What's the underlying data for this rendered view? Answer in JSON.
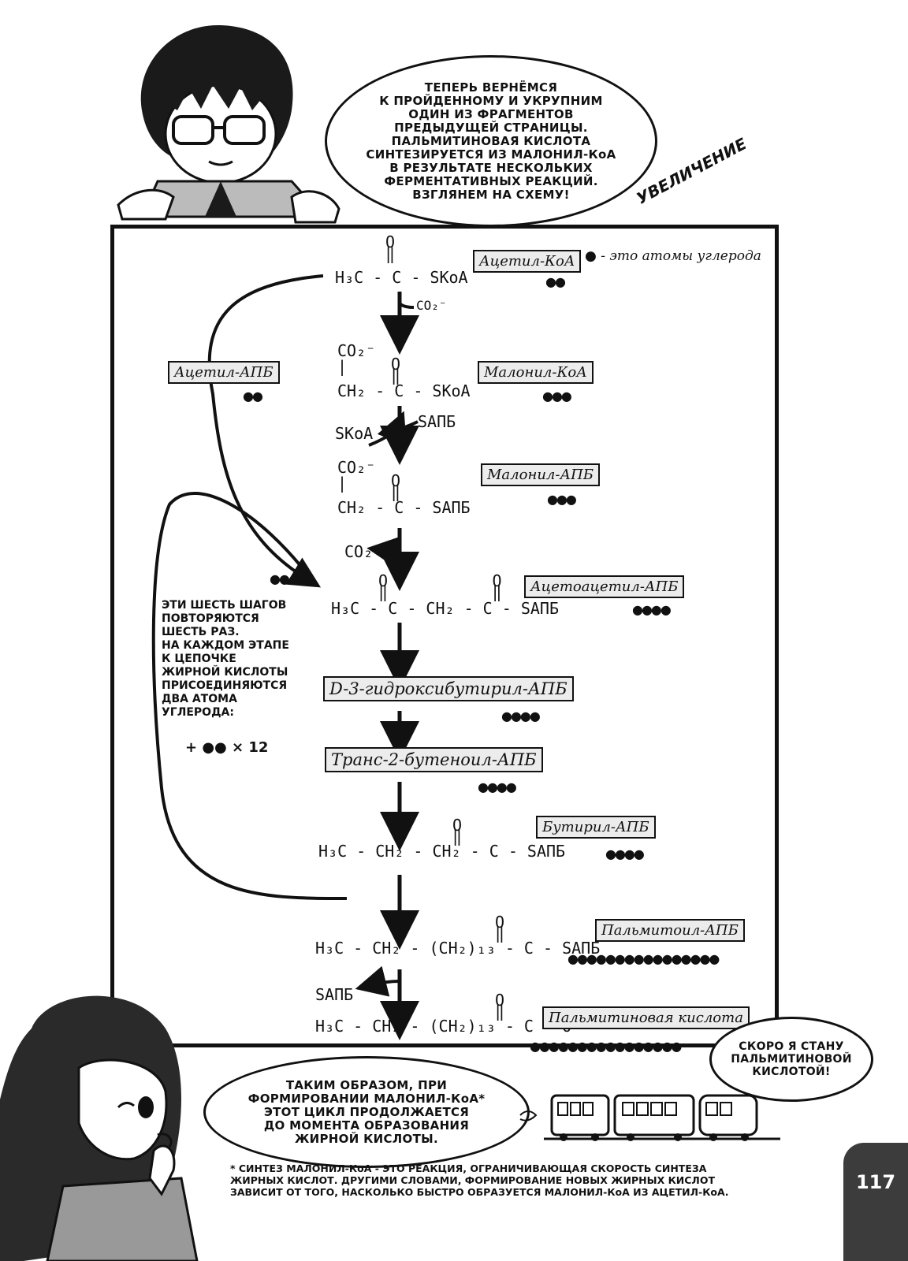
{
  "speech_top": "ТЕПЕРЬ ВЕРНЁМСЯ\nК ПРОЙДЕННОМУ И УКРУПНИМ\nОДИН ИЗ ФРАГМЕНТОВ\nПРЕДЫДУЩЕЙ СТРАНИЦЫ.\nПАЛЬМИТИНОВАЯ КИСЛОТА\nСИНТЕЗИРУЕТСЯ ИЗ МАЛОНИЛ-КоА\nВ РЕЗУЛЬТАТЕ НЕСКОЛЬКИХ\nФЕРМЕНТАТИВНЫХ РЕАКЦИЙ.\nВЗГЛЯНЕМ НА СХЕМУ!",
  "zoom_text": "УВЕЛИЧЕНИЕ",
  "legend": "● - это атомы углерода",
  "formulas": {
    "f1_o": "O\n‖",
    "f1": "H₃C - C - SKoA",
    "co2_minus_1": "CO₂⁻",
    "f2_top": "CO₂⁻\n|",
    "f2_o": "O\n‖",
    "f2": "CH₂ - C - SKoA",
    "skoa": "SKoA",
    "sapb_in": "SАПБ",
    "f3_top": "CO₂⁻\n|",
    "f3_o": "O\n‖",
    "f3": "CH₂ - C - SАПБ",
    "co2_out": "CO₂",
    "f4_o": "O           O\n‖           ‖",
    "f4": "H₃C - C - CH₂ - C - SАПБ",
    "f5_o": "O\n‖",
    "f5": "H₃C - CH₂ - CH₂ - C - SАПБ",
    "f6_o": "O\n‖",
    "f6": "H₃C - CH₂ - (CH₂)₁₃ - C - SАПБ",
    "sapb_out": "SАПБ",
    "f7_o": "O\n‖",
    "f7": "H₃C - CH₂ - (CH₂)₁₃ - C - O⁻"
  },
  "labels": {
    "acetyl_coa": "Ацетил-КоА",
    "acetyl_apb": "Ацетил-АПБ",
    "malonyl_coa": "Малонил-КоА",
    "malonyl_apb": "Малонил-АПБ",
    "acetoacetyl_apb": "Ацетоацетил-АПБ",
    "hydroxybutyryl_apb": "D-3-гидроксибутирил-АПБ",
    "butenoyl_apb": "Транс-2-бутеноил-АПБ",
    "butyryl_apb": "Бутирил-АПБ",
    "palmitoyl_apb": "Пальмитоил-АПБ",
    "palmitic_acid": "Пальмитиновая кислота"
  },
  "dots": {
    "d2": "●●",
    "d3": "●●●",
    "d4": "●●●●",
    "d16": "●●●●●●●●●●●●●●●●"
  },
  "cycle_note": "ЭТИ ШЕСТЬ ШАГОВ\nПОВТОРЯЮТСЯ\nШЕСТЬ РАЗ.\nНА КАЖДОМ ЭТАПЕ\nК ЦЕПОЧКЕ\nЖИРНОЙ КИСЛОТЫ\nПРИСОЕДИНЯЮТСЯ\nДВА АТОМА\nУГЛЕРОДА:",
  "cycle_formula": "+ ●● × 12",
  "speech_bottom": "ТАКИМ ОБРАЗОМ, ПРИ\nФОРМИРОВАНИИ МАЛОНИЛ-КоА*\nЭТОТ ЦИКЛ ПРОДОЛЖАЕТСЯ\nДО МОМЕНТА ОБРАЗОВАНИЯ\nЖИРНОЙ КИСЛОТЫ.",
  "speech_train": "СКОРО Я СТАНУ\nПАЛЬМИТИНОВОЙ\nКИСЛОТОЙ!",
  "footnote": "* СИНТЕЗ МАЛОНИЛ-КоА - ЭТО РЕАКЦИЯ, ОГРАНИЧИВАЮЩАЯ СКОРОСТЬ СИНТЕЗА\nЖИРНЫХ КИСЛОТ. ДРУГИМИ СЛОВАМИ, ФОРМИРОВАНИЕ НОВЫХ ЖИРНЫХ КИСЛОТ\nЗАВИСИТ ОТ ТОГО, НАСКОЛЬКО БЫСТРО ОБРАЗУЕТСЯ МАЛОНИЛ-КоА ИЗ АЦЕТИЛ-КоА.",
  "page_number": "117"
}
